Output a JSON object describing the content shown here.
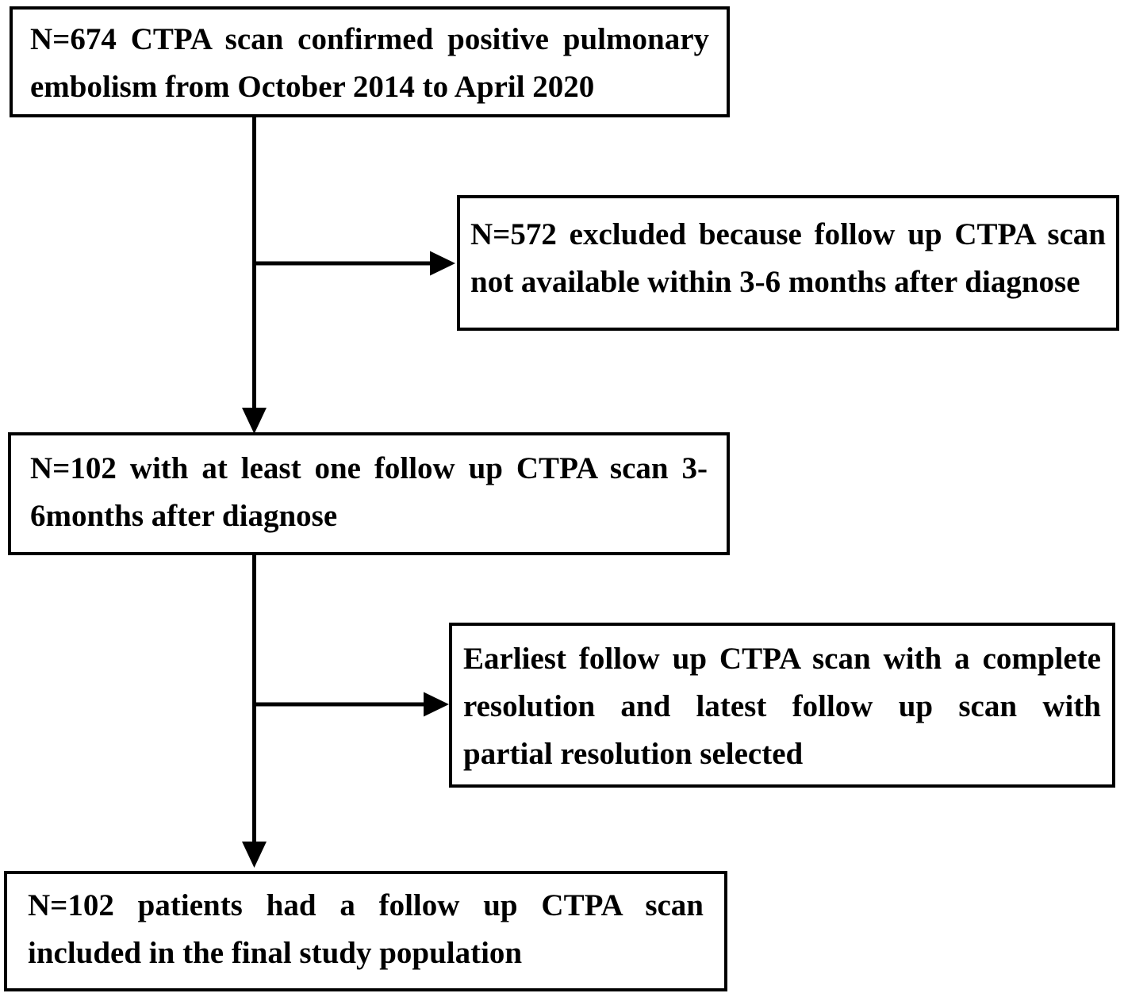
{
  "diagram": {
    "type": "flowchart",
    "colors": {
      "background": "#ffffff",
      "border": "#000000",
      "text": "#000000",
      "arrow": "#000000"
    },
    "boxes": [
      {
        "id": "eligible",
        "text": "N=674 CTPA scan confirmed positive pulmonary embolism from October 2014 to April 2020",
        "n": 674,
        "lines": [
          "N=674 CTPA scan confirmed positive pulmonary",
          "embolism from October 2014 to April 2020"
        ]
      },
      {
        "id": "excluded",
        "text": "N=572 excluded because follow up CTPA scan not available within 3-6 months after diagnose",
        "n": 572,
        "lines": [
          "N=572 excluded because follow up CTPA scan",
          "not available within 3-6 months after diagnose"
        ]
      },
      {
        "id": "followup",
        "text": "N=102 with at least one follow up CTPA scan 3-6months after diagnose",
        "n": 102,
        "lines": [
          "N=102 with at least one follow up CTPA scan 3-",
          "6months after diagnose"
        ]
      },
      {
        "id": "scan-selection",
        "text": "Earliest follow up CTPA scan with a complete resolution and latest follow up scan with partial resolution selected",
        "lines": [
          "Earliest follow up CTPA scan with a complete",
          "resolution and latest follow up scan with",
          "partial resolution selected"
        ]
      },
      {
        "id": "final",
        "text": "N=102 patients had a follow up CTPA scan included in the final study population",
        "n": 102,
        "lines": [
          "N=102 patients had a follow up CTPA scan",
          "included in the final study population"
        ]
      }
    ],
    "edges": [
      {
        "from": "eligible",
        "to": "followup",
        "direction": "down"
      },
      {
        "from": "eligible-followup-connector",
        "to": "excluded",
        "direction": "right"
      },
      {
        "from": "followup",
        "to": "final",
        "direction": "down"
      },
      {
        "from": "followup-final-connector",
        "to": "scan-selection",
        "direction": "right"
      }
    ]
  }
}
